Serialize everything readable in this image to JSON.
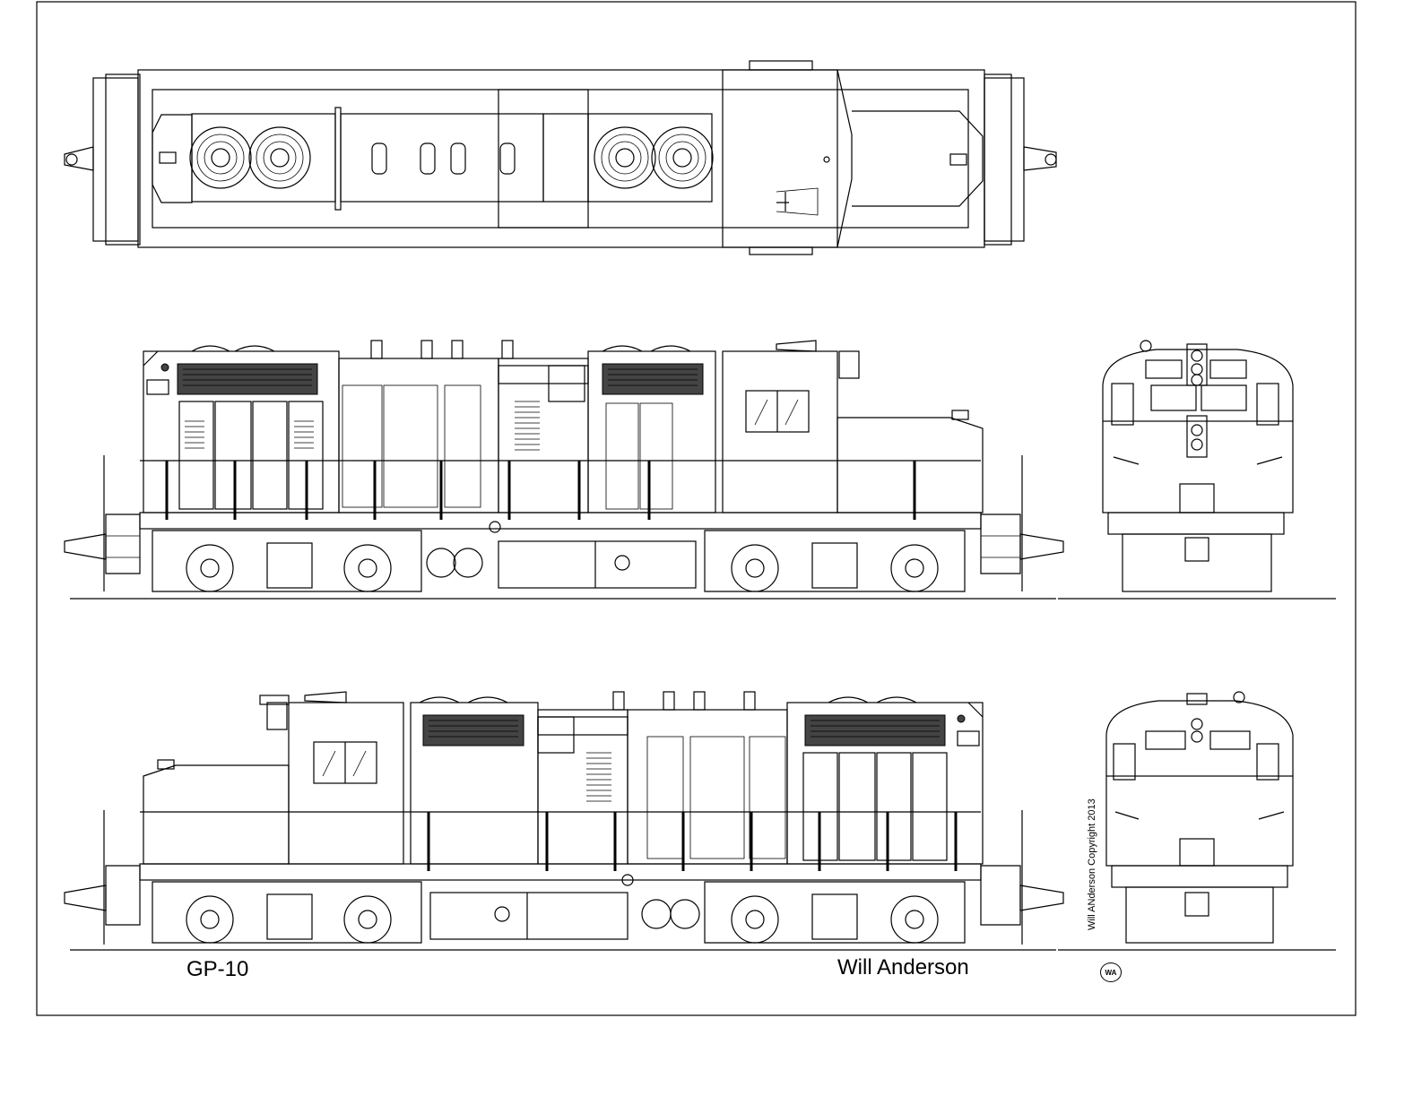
{
  "drawing": {
    "model_label": "GP-10",
    "author_label": "Will Anderson",
    "copyright_text": "Will ANderson Copyright 2013",
    "logo_text": "WA"
  },
  "views": {
    "top_view": "plan",
    "side_view_1": "left-side",
    "side_view_2": "right-side",
    "end_view_1": "front",
    "end_view_2": "rear"
  }
}
